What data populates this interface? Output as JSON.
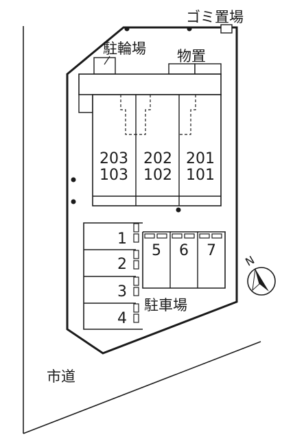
{
  "labels": {
    "garbage": "ゴミ置場",
    "bicycle": "駐輪場",
    "storage": "物置",
    "parking": "駐車場",
    "road": "市道"
  },
  "units": {
    "upper": [
      "203",
      "202",
      "201"
    ],
    "lower": [
      "103",
      "102",
      "101"
    ]
  },
  "parking_left": [
    "1",
    "2",
    "3",
    "4"
  ],
  "parking_right": [
    "5",
    "6",
    "7"
  ],
  "compass": {
    "north": "N"
  }
}
